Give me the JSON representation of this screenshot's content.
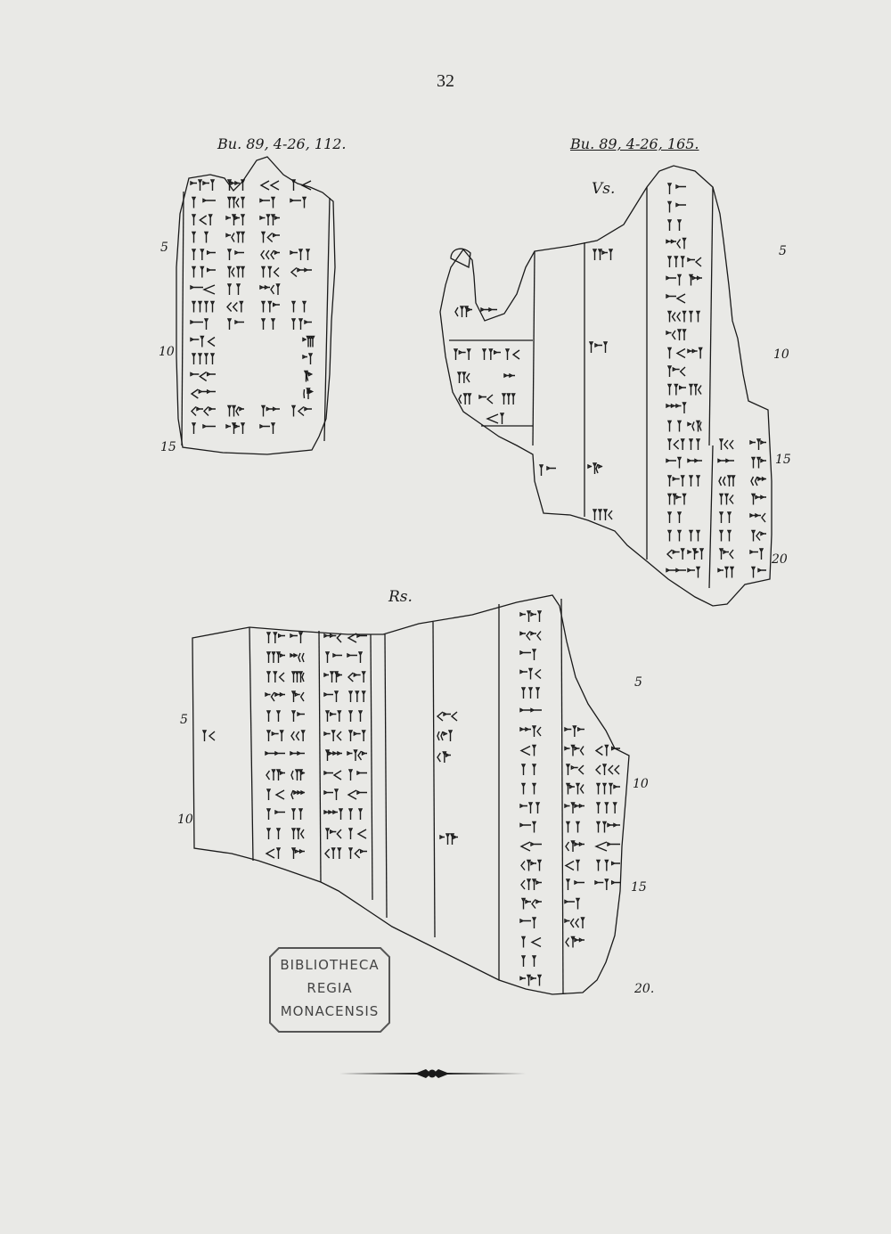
{
  "page": {
    "number": "32"
  },
  "tablets": [
    {
      "caption": "Bu. 89, 4-26, 112.",
      "line_numbers": [
        "5",
        "10",
        "15"
      ]
    },
    {
      "caption": "Bu. 89, 4-26, 165.",
      "obverse_label": "Vs.",
      "line_numbers": [
        "5",
        "10",
        "15",
        "20"
      ]
    },
    {
      "reverse_label": "Rs.",
      "line_numbers_left": [
        "5",
        "10"
      ],
      "line_numbers_right": [
        "5",
        "10",
        "15",
        "20."
      ]
    }
  ],
  "stamp": {
    "lines": [
      "BIBLIOTHECA",
      "REGIA",
      "MONACENSIS"
    ]
  },
  "colors": {
    "paper": "#e9e9e6",
    "ink": "#1a1a1a",
    "stamp_ink": "#555555"
  }
}
